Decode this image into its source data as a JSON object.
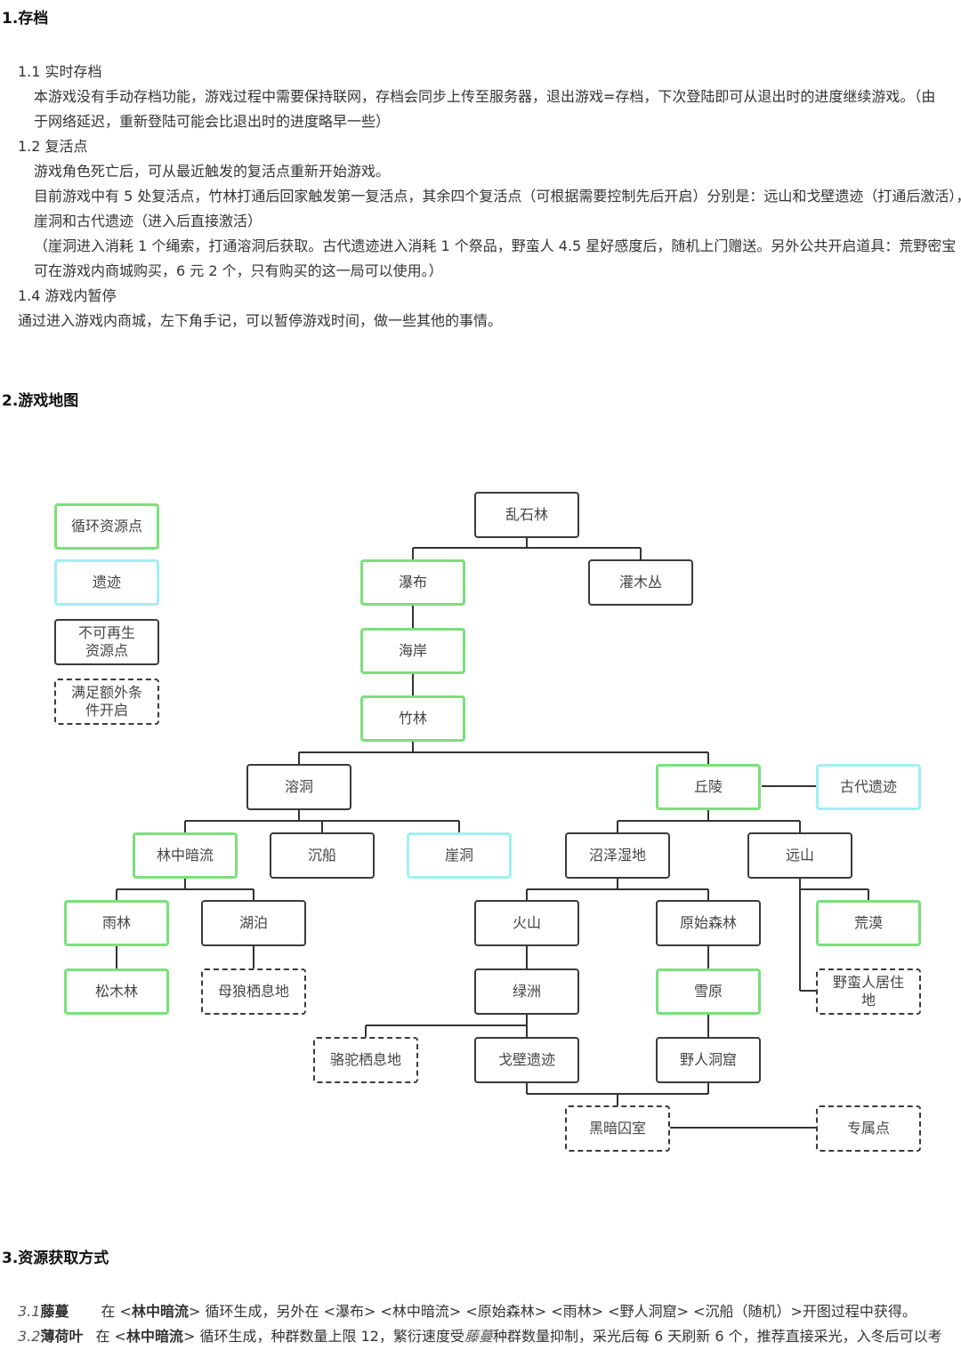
{
  "s1": {
    "title": "1.存档",
    "sub1": "1.1 实时存档",
    "p1a": "本游戏没有手动存档功能，游戏过程中需要保持联网，存档会同步上传至服务器，退出游戏=存档，下次登陆即可从退出时的进度继续游戏。（由",
    "p1b": "于网络延迟，重新登陆可能会比退出时的进度略早一些）",
    "sub2": "1.2 复活点",
    "p2a": "游戏角色死亡后，可从最近触发的复活点重新开始游戏。",
    "p2b": "目前游戏中有 5 处复活点，竹林打通后回家触发第一复活点，其余四个复活点（可根据需要控制先后开启）分别是：远山和戈壁遗迹（打通后激活），",
    "p2c": "崖洞和古代遗迹（进入后直接激活）",
    "p2d": "（崖洞进入消耗 1 个绳索，打通溶洞后获取。古代遗迹进入消耗 1 个祭品，野蛮人 4.5 星好感度后，随机上门赠送。另外公共开启道具：荒野密宝",
    "p2e": "可在游戏内商城购买，6 元 2 个，只有购买的这一局可以使用。）",
    "sub3": "1.4 游戏内暂停",
    "p3": "通过进入游戏内商城，左下角手记，可以暂停游戏时间，做一些其他的事情。"
  },
  "s2": {
    "title": "2.游戏地图"
  },
  "legend": {
    "recurring": "循环资源点",
    "ruins": "遗迹",
    "nonrenew_1": "不可再生",
    "nonrenew_2": "资源点",
    "extra_1": "满足额外条",
    "extra_2": "件开启"
  },
  "map": {
    "luanshilin": "乱石林",
    "pubu": "瀑布",
    "guanmucong": "灌木丛",
    "haian": "海岸",
    "zhulin": "竹林",
    "rongdong": "溶洞",
    "qiuling": "丘陵",
    "gudaiyiji": "古代遗迹",
    "linzhonganliu": "林中暗流",
    "chenchuan": "沉船",
    "yadong": "崖洞",
    "zhaoze": "沼泽湿地",
    "yuanshan": "远山",
    "yulin": "雨林",
    "hubo": "湖泊",
    "huoshan": "火山",
    "yuanshisenlin": "原始森林",
    "huangmo": "荒漠",
    "songmulin": "松木林",
    "mulang": "母狼栖息地",
    "lvzhou": "绿洲",
    "xueyuan": "雪原",
    "yemanren_1": "野蛮人居住",
    "yemanren_2": "地",
    "luotuo": "骆驼栖息地",
    "gebi": "戈壁遗迹",
    "yerendongku": "野人洞窟",
    "heian": "黑暗囚室",
    "zhuanshu": "专属点"
  },
  "s3": {
    "title": "3.资源获取方式",
    "r1_num": "3.1",
    "r1_name": "藤蔓",
    "r1_a": "在 <",
    "r1_b": "林中暗流",
    "r1_c": "> 循环生成，另外在 <瀑布> <林中暗流> <原始森林> <雨林> <野人洞窟> <沉船（随机）>开图过程中获得。",
    "r2_num": "3.2",
    "r2_name": "薄荷叶",
    "r2_a": "在 <",
    "r2_b": "林中暗流",
    "r2_c": "> 循环生成，种群数量上限 12，繁衍速度受",
    "r2_d": "藤蔓",
    "r2_e": "种群数量抑制，采光后每 6 天刷新 6 个，推荐直接采光，入冬后可以考"
  }
}
